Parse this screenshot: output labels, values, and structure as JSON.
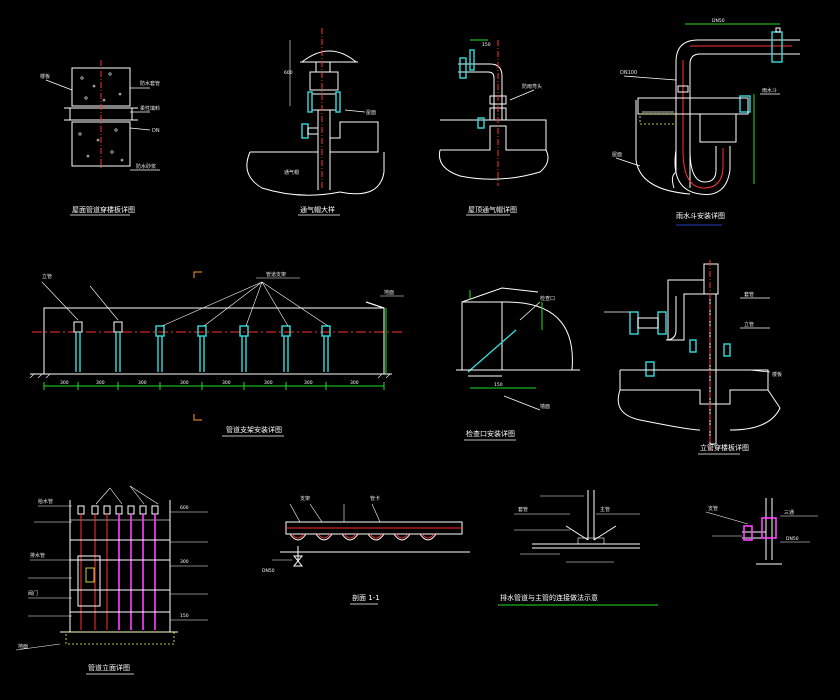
{
  "colors": {
    "background": "#000000",
    "linework": "#ffffff",
    "centerline": "#ff3030",
    "dimension": "#22dd22",
    "pipe_cyan": "#33dddd",
    "hatch_yellow": "#ffff55",
    "magenta": "#ff44ff",
    "blue_underline": "#3355ff"
  },
  "titles": {
    "t1": "屋面管道穿楼板详图",
    "t2": "通气帽大样",
    "t3": "屋顶通气帽详图",
    "t4": "雨水斗安装详图",
    "t5": "管道支架安装详图",
    "t6": "检查口安装详图",
    "t7": "立管穿楼板详图",
    "t8": "管道立面详图",
    "t9": "剖面 1-1",
    "t10": "排水管道与主管的连接做法示意"
  },
  "labels": {
    "d1_a": "楼板",
    "d1_b": "防水套管",
    "d1_c": "柔性填料",
    "d1_d": "DN",
    "d1_e": "防水砂浆",
    "d2_a": "屋面",
    "d2_b": "通气帽",
    "d3_a": "防雨弯头",
    "d4_a": "DN100",
    "d4_b": "屋面",
    "d4_c": "雨水斗",
    "d5_a": "管道支架",
    "d5_b": "立管",
    "d5_c": "地面",
    "d6_a": "检查口",
    "d6_b": "墙面",
    "d7_a": "套管",
    "d7_b": "立管",
    "d7_c": "楼板",
    "d8_a": "给水管",
    "d8_b": "排水管",
    "d8_c": "阀门",
    "d8_d": "地面",
    "d9_a": "支架",
    "d9_b": "管卡",
    "d10_a": "主管",
    "d11_a": "支管",
    "d11_b": "三通"
  },
  "dims": {
    "dim_a": "600",
    "dim_b": "300",
    "dim_c": "150",
    "dim_d": "DN50"
  }
}
